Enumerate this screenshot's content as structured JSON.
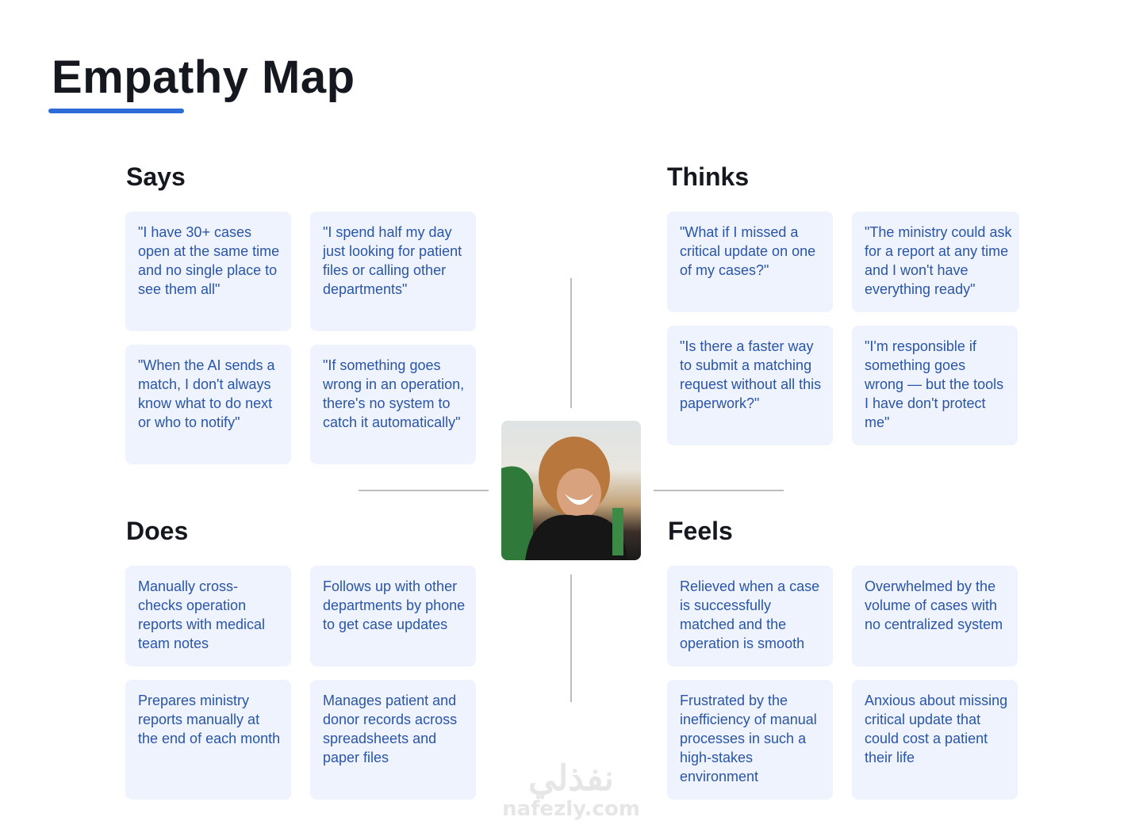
{
  "title": "Empathy Map",
  "accent": "#2f6bd8",
  "says": {
    "heading": "Says",
    "items": [
      "\"I have 30+ cases open at the same time and no single place to see them all\"",
      "\"I spend half my day just looking for patient files or calling other departments\"",
      "\"When the AI sends a match, I don't always know what to do next or who to notify\"",
      "\"If something goes wrong in an operation, there's no system to catch it automatically\""
    ]
  },
  "thinks": {
    "heading": "Thinks",
    "items": [
      "\"What if I missed a critical update on one of my cases?\"",
      "\"The ministry could ask for a report at any time and I won't have everything ready\"",
      "\"Is there a faster way to submit a matching request without all this paperwork?\"",
      "\"I'm responsible if something goes wrong — but the tools I have don't protect me\""
    ]
  },
  "does": {
    "heading": "Does",
    "items": [
      "Manually cross-checks operation reports with medical team notes",
      "Follows up with other departments by phone to get case updates",
      "Prepares ministry reports manually at the end of each month",
      "Manages patient and donor records across spreadsheets and paper files"
    ]
  },
  "feels": {
    "heading": "Feels",
    "items": [
      "Relieved when a case is successfully matched and the operation is smooth",
      "Overwhelmed by the volume of cases with no centralized system",
      "Frustrated by the inefficiency of manual processes in such a high-stakes environment",
      "Anxious about missing critical update that could cost a patient their life"
    ]
  },
  "watermark": {
    "arabic": "نفذلي",
    "latin": "nafezly.com"
  }
}
